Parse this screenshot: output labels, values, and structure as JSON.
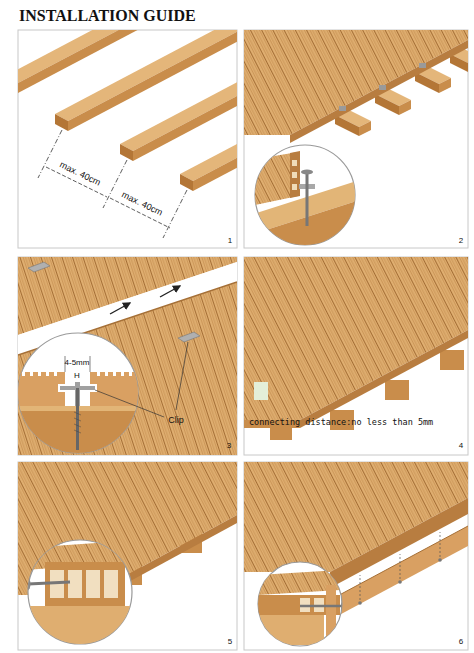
{
  "diagram": {
    "title": "INSTALLATION GUIDE",
    "labels": [
      "max. 40cm",
      "max. 40cm",
      "1",
      "2",
      "4-5mm",
      "H",
      "Clip",
      "3",
      "connecting distance:no less than 5mm",
      "4",
      "5",
      "6"
    ]
  }
}
